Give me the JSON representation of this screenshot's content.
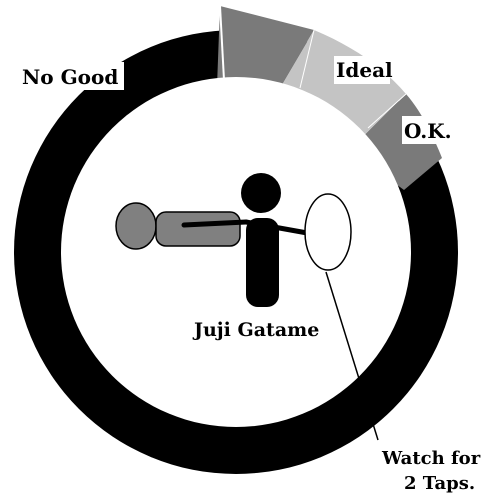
{
  "zones": {
    "no_good": {
      "label": "No Good",
      "color": "#000000"
    },
    "ok": {
      "label": "O.K.",
      "color": "#7a7a7a"
    },
    "ideal": {
      "label": "Ideal",
      "color": "#c4c4c4"
    }
  },
  "technique": {
    "label": "Juji Gatame"
  },
  "note": {
    "line1": "Watch for",
    "line2": "2 Taps."
  },
  "colors": {
    "figure": "#000000",
    "partner_limb": "#808080",
    "background": "#ffffff"
  }
}
